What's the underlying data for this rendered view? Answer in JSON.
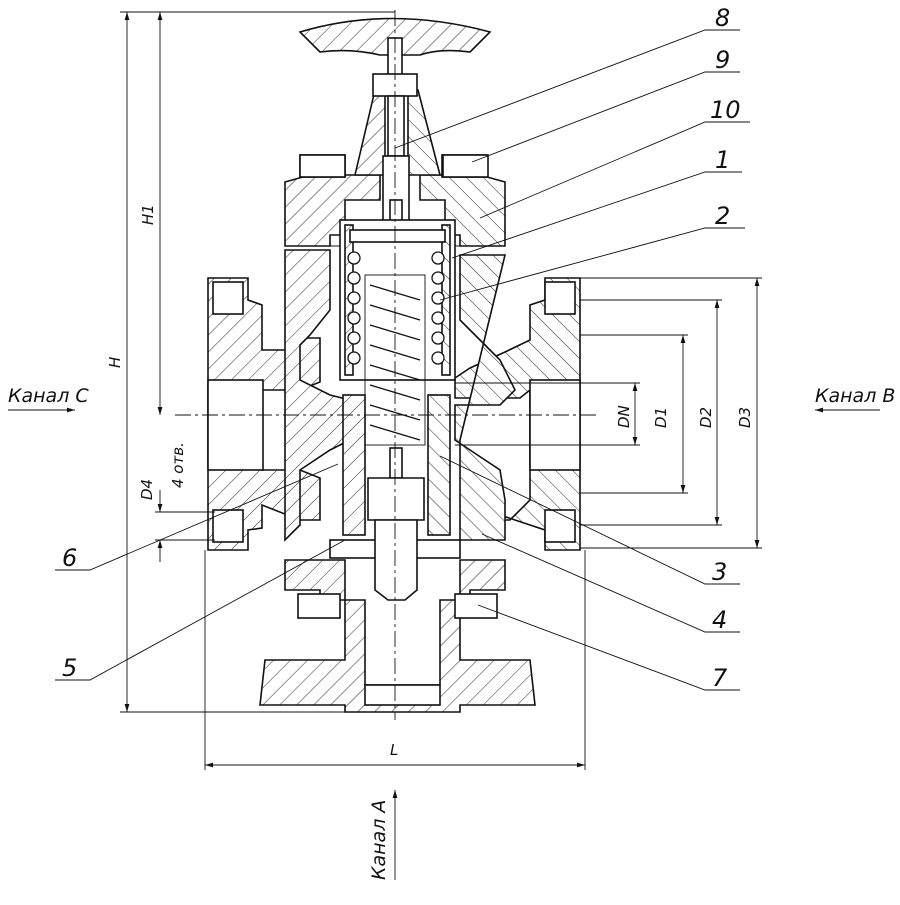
{
  "channels": {
    "c": "Канал С",
    "b": "Канал В",
    "a": "Канал А"
  },
  "dimensions": {
    "h": "H",
    "h1": "H1",
    "l": "L",
    "dn": "DN",
    "d1": "D1",
    "d2": "D2",
    "d3": "D3",
    "d4": "D4",
    "holes": "4 отв."
  },
  "callouts": [
    "8",
    "9",
    "10",
    "1",
    "2",
    "3",
    "4",
    "5",
    "6",
    "7"
  ],
  "colors": {
    "ink": "#111111",
    "paper": "#ffffff"
  }
}
